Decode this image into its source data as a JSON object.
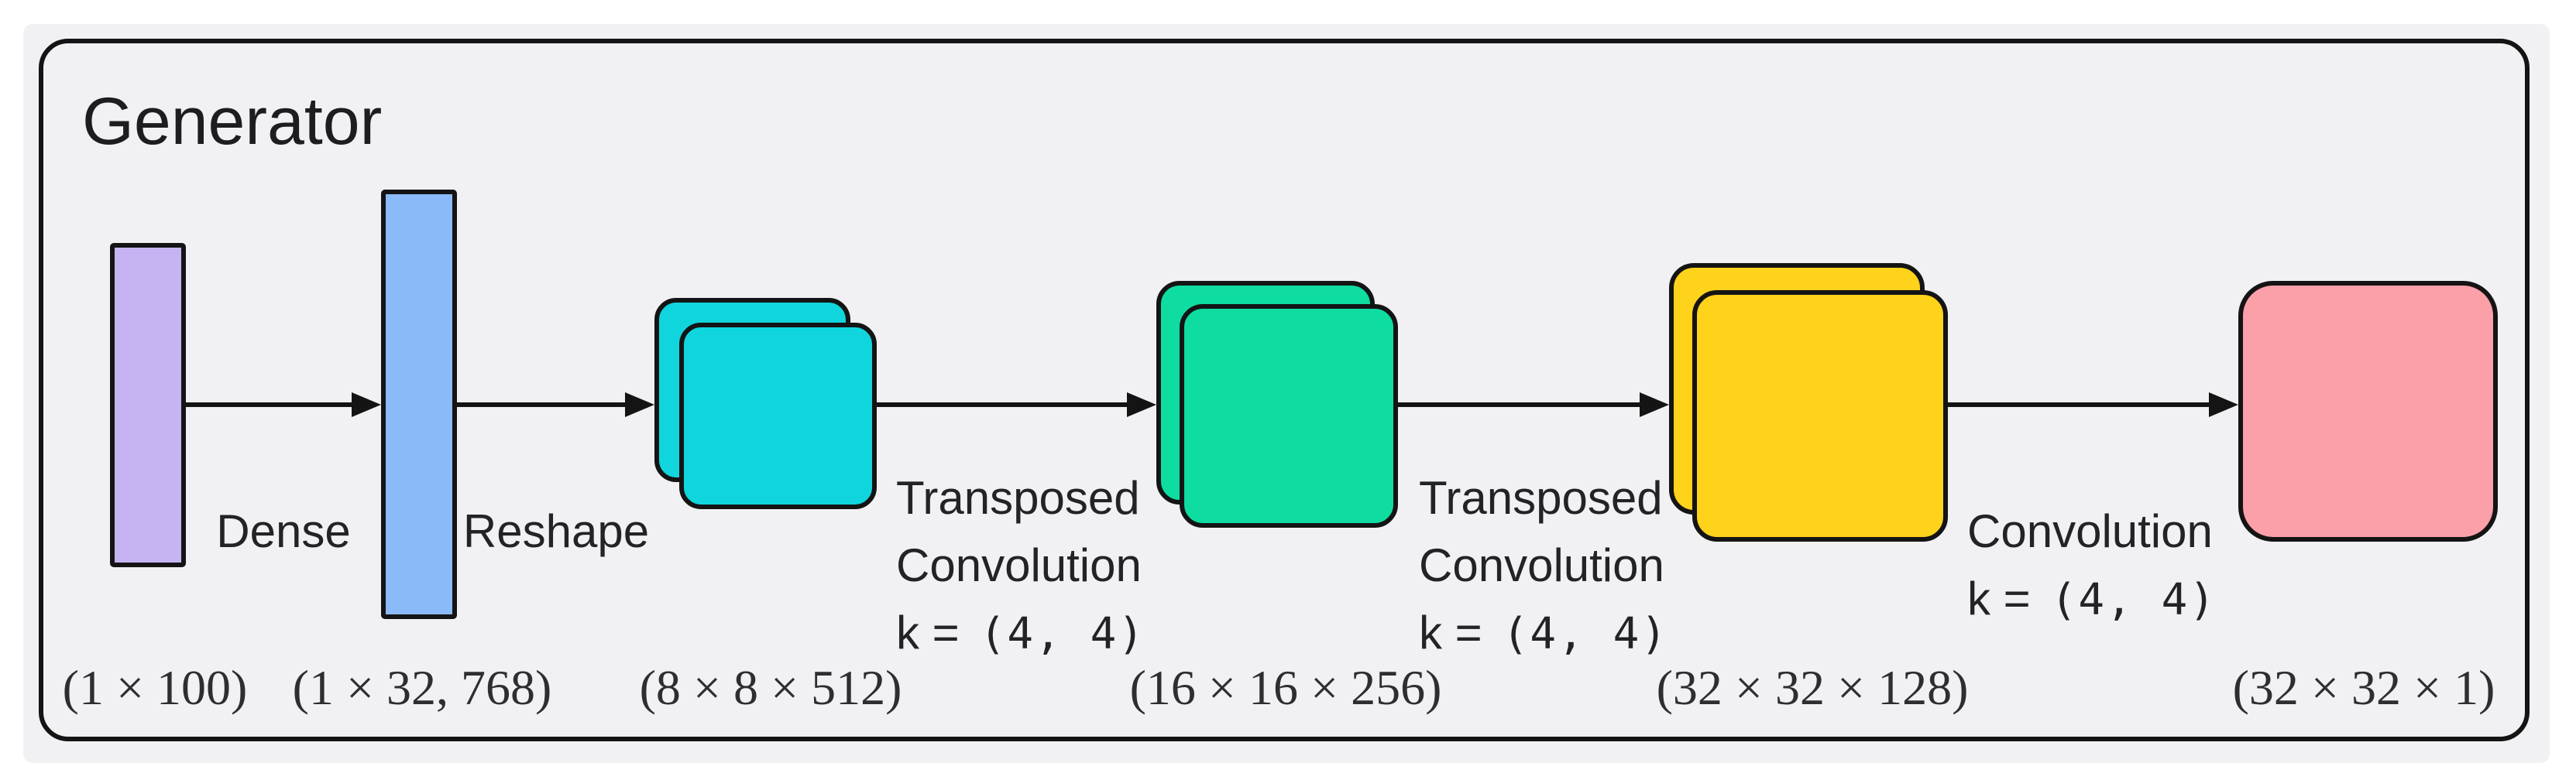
{
  "title": "Generator",
  "colors": {
    "page_background": "#ffffff",
    "panel_background": "#f1f1f4",
    "outline": "#141414",
    "arrow": "#141414",
    "title_text": "#1d1d1f",
    "op_label_text": "#222326",
    "dim_label_text": "#2e2e30"
  },
  "layers": [
    {
      "name": "input-noise-vector",
      "shape": "bar",
      "color": "#c6b4f2",
      "dim": "(1 × 100)"
    },
    {
      "name": "dense-output-vector",
      "shape": "bar",
      "color": "#8bbaf8",
      "dim": "(1 × 32, 768)"
    },
    {
      "name": "feature-map-stack-1",
      "shape": "stacked-square",
      "color": "#11d5dd",
      "dim": "(8 × 8 × 512)"
    },
    {
      "name": "feature-map-stack-2",
      "shape": "stacked-square",
      "color": "#0edca1",
      "dim": "(16 × 16 × 256)"
    },
    {
      "name": "feature-map-stack-3",
      "shape": "stacked-square",
      "color": "#ffd21b",
      "dim": "(32 × 32 × 128)"
    },
    {
      "name": "output-image",
      "shape": "square",
      "color": "#fb9fa9",
      "dim": "(32 × 32 × 1)"
    }
  ],
  "operations": [
    {
      "name": "dense",
      "lines": [
        "Dense"
      ]
    },
    {
      "name": "reshape",
      "lines": [
        "Reshape"
      ]
    },
    {
      "name": "transposed-convolution-1",
      "lines": [
        "Transposed",
        "Convolution"
      ],
      "kernel_prefix": "k =",
      "kernel_value": "(4, 4)"
    },
    {
      "name": "transposed-convolution-2",
      "lines": [
        "Transposed",
        "Convolution"
      ],
      "kernel_prefix": "k =",
      "kernel_value": "(4, 4)"
    },
    {
      "name": "convolution",
      "lines": [
        "Convolution"
      ],
      "kernel_prefix": "k =",
      "kernel_value": "(4, 4)"
    }
  ]
}
